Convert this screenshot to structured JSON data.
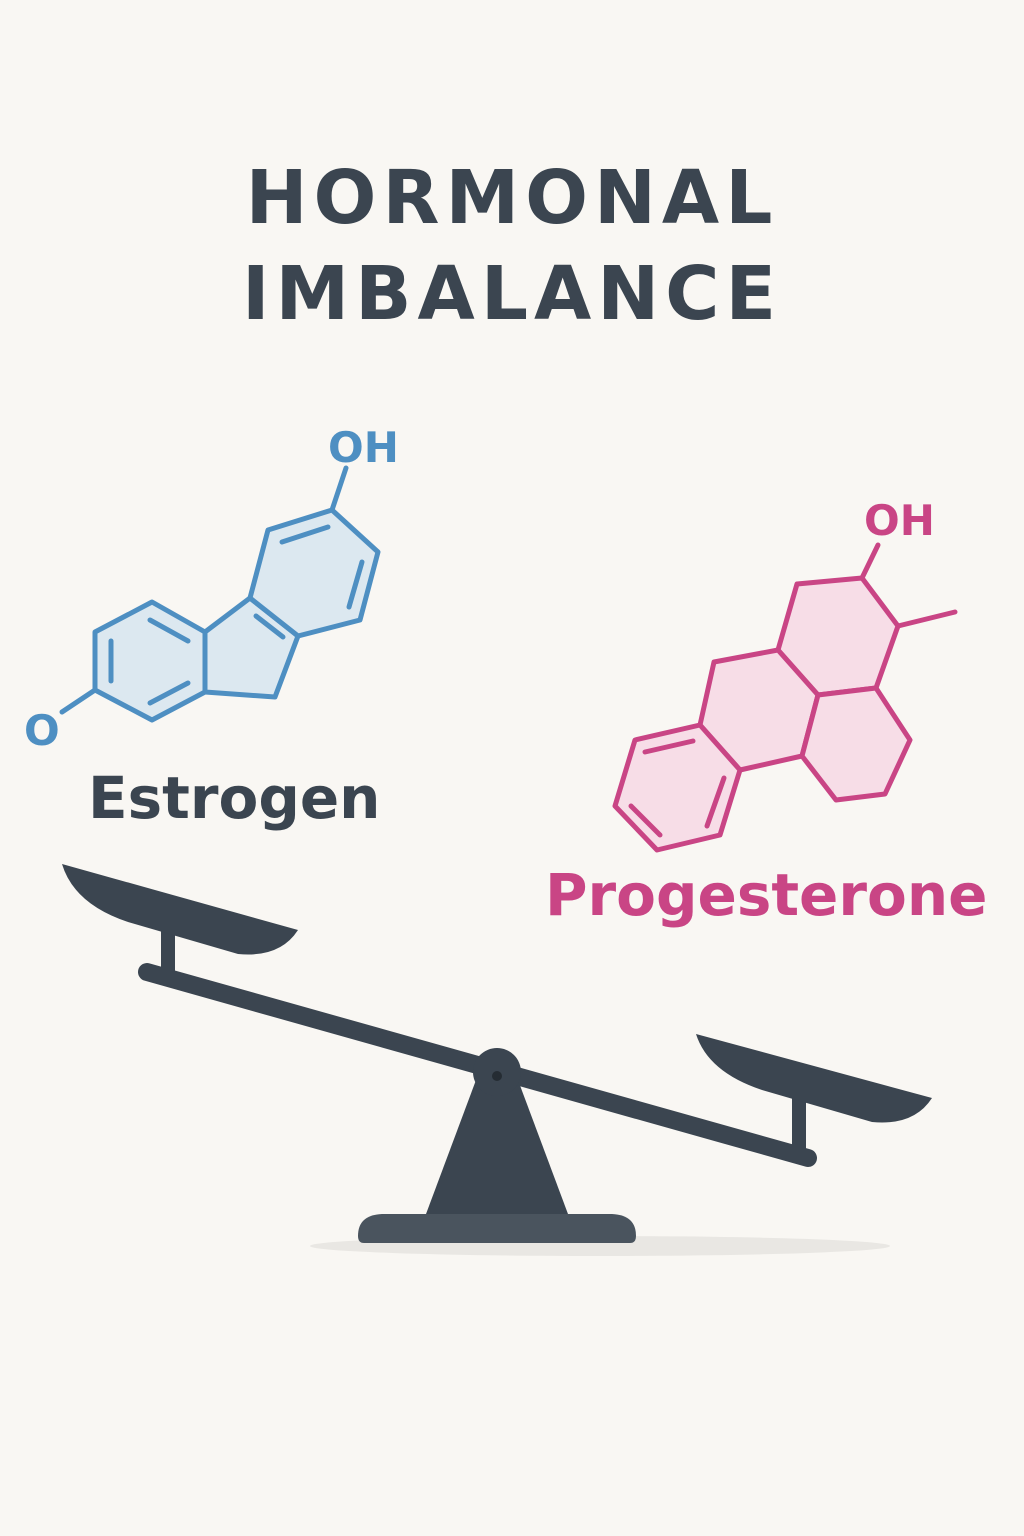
{
  "title": {
    "line1": "HORMONAL",
    "line2": "IMBALANCE"
  },
  "estrogen": {
    "name": "Estrogen",
    "oh_label": "OH",
    "o_label": "O",
    "color": "#4e8fc2",
    "fill": "#dce8f0"
  },
  "progesterone": {
    "name": "Progesterone",
    "oh_label": "OH",
    "color": "#c94585",
    "fill": "#f7dde7"
  },
  "scale": {
    "color": "#3b4550",
    "tilt": "left side up, right side down"
  }
}
